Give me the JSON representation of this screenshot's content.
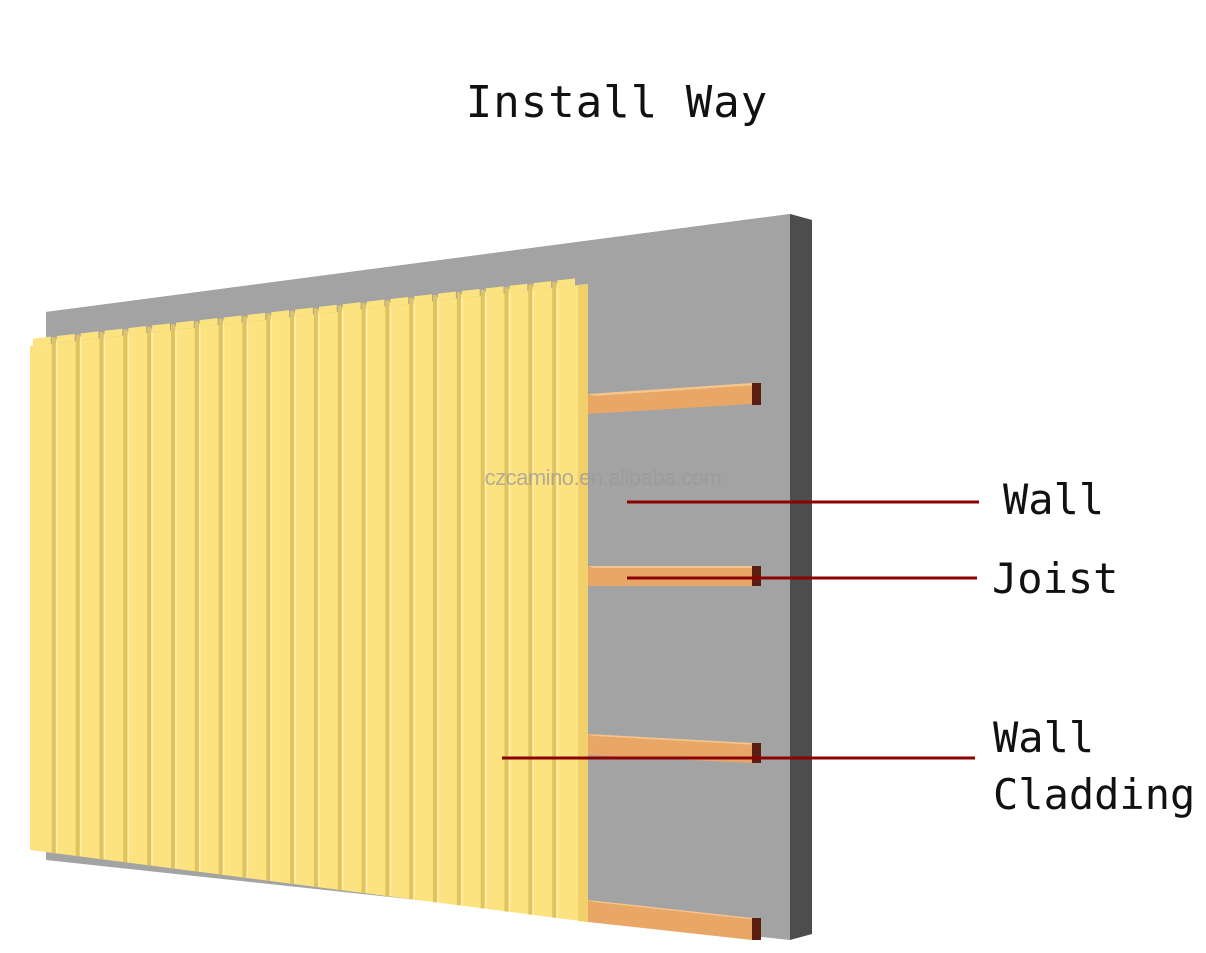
{
  "title": "Install Way",
  "watermark": "czcamino.en.alibaba.com",
  "labels": {
    "wall": "Wall",
    "joist": "Joist",
    "cladding_line1": "Wall",
    "cladding_line2": "Cladding"
  },
  "colors": {
    "wall_face": "#a3a3a3",
    "wall_edge": "#4d4d4d",
    "joist": "#e8a766",
    "joist_end": "#5a1e10",
    "cladding": "#fde37f",
    "cladding_groove": "#e0c25e",
    "leader_line": "#8b0000"
  },
  "cladding_board_count": 23
}
